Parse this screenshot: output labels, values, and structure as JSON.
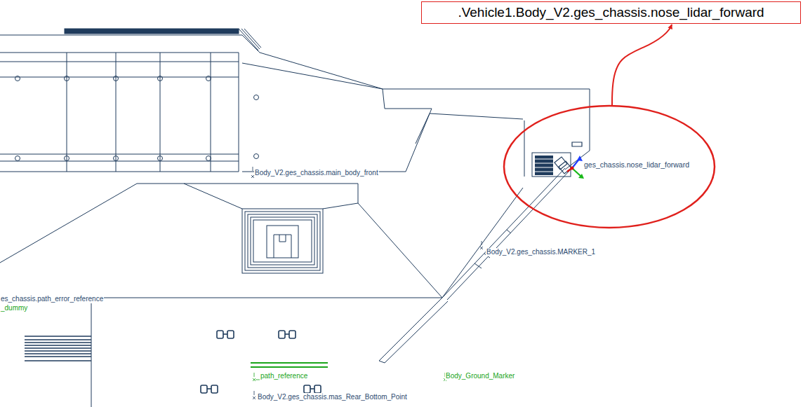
{
  "diagram": {
    "nodes": [
      {
        "text": [
          ".Vehicle1.Body_V2.ges_chassis.nose_lidar_forward"
        ]
      },
      {
        "text": [
          "ges_chassis.nose_lidar_forward"
        ]
      }
    ],
    "edges": [
      {
        "from": 1,
        "to": 0,
        "arrow": "to"
      }
    ],
    "labels": [
      "Body_V2.ges_chassis.main_body_front",
      "Body_V2.ges_chassis.MARKER_1",
      "es_chassis.path_error_reference",
      "_dummy",
      "path_reference",
      "Body_Ground_Marker",
      "Body_V2.ges_chassis.mas_Rear_Bottom_Point"
    ]
  }
}
